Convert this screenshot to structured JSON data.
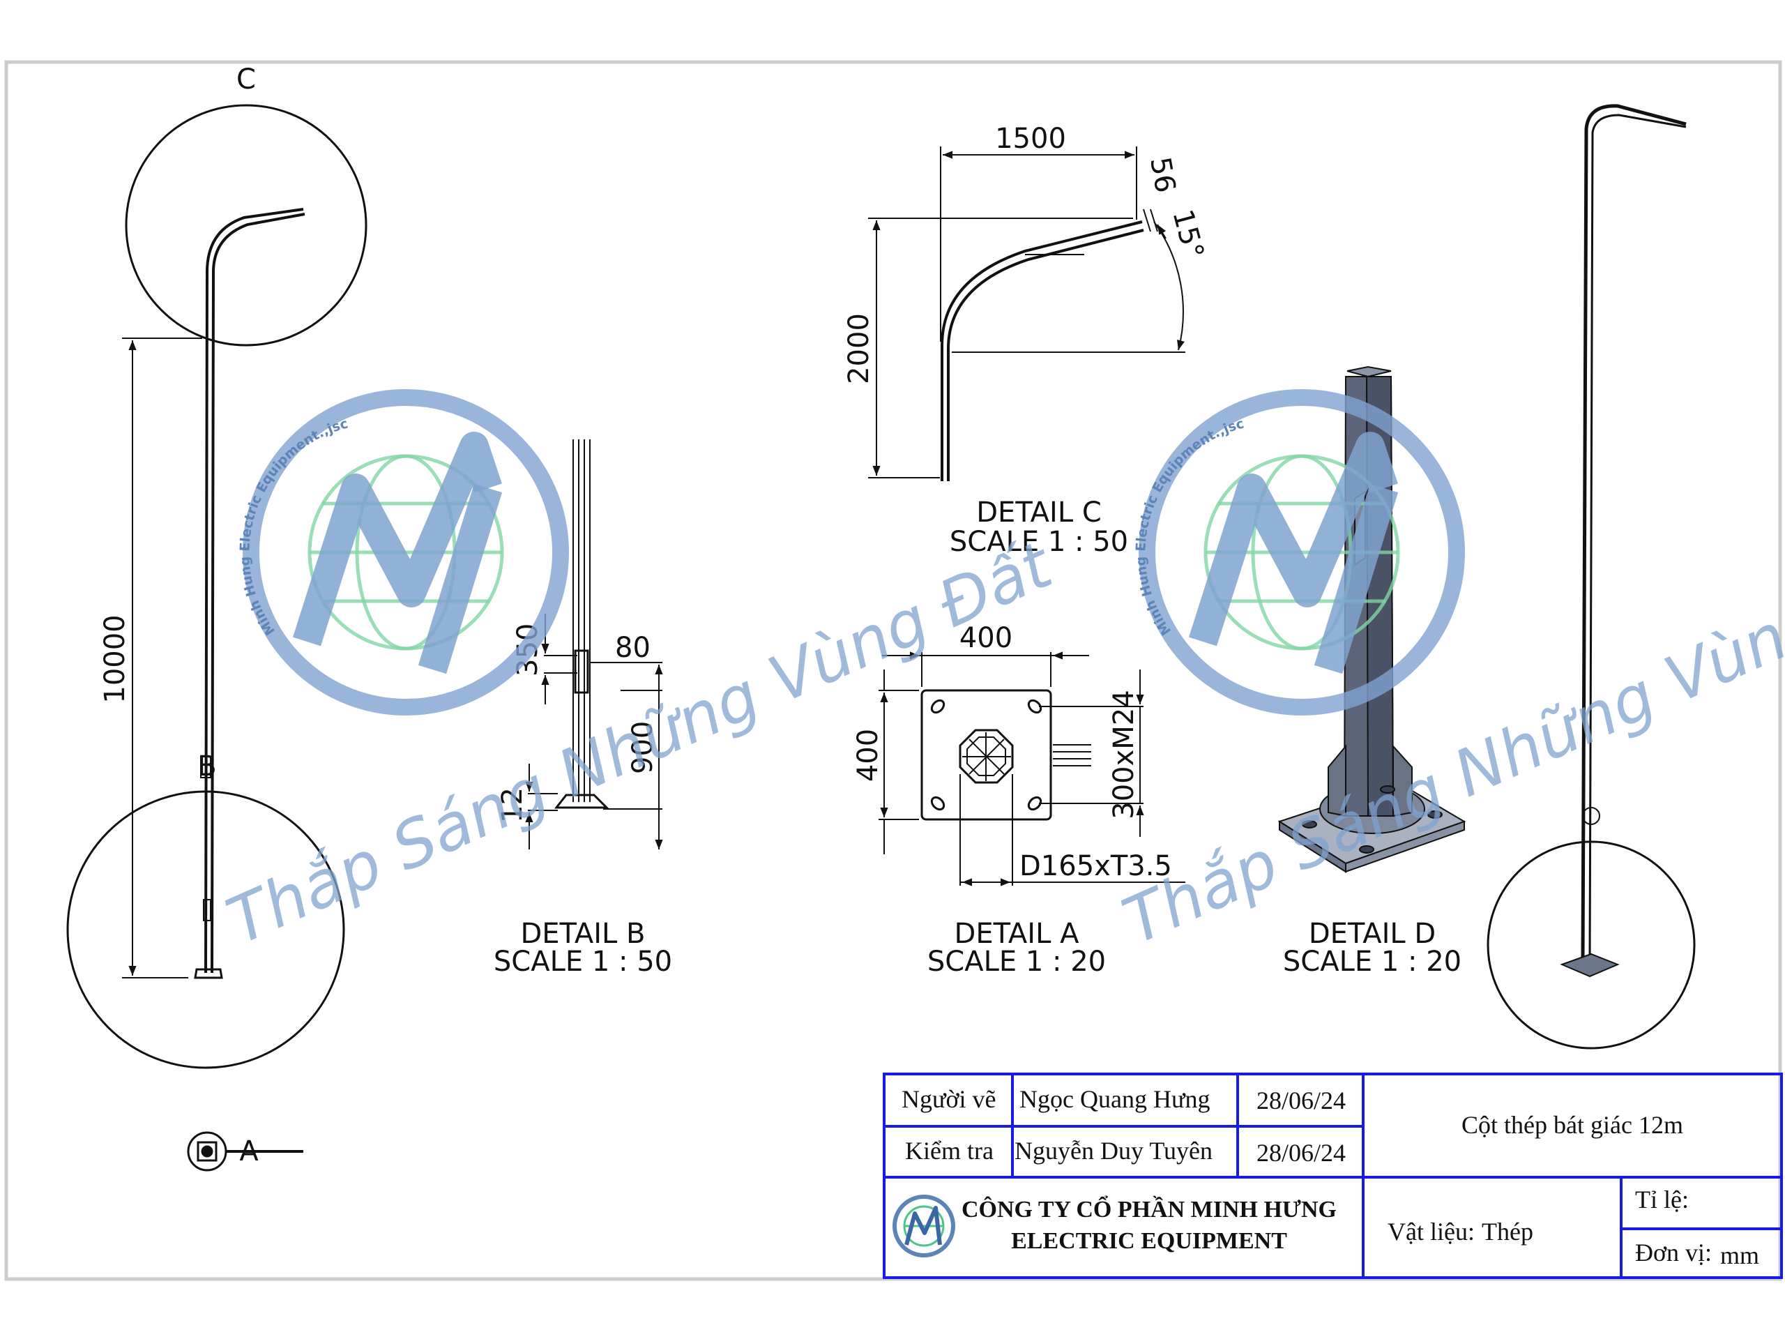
{
  "details": {
    "b": {
      "title": "DETAIL B",
      "scale": "SCALE 1 : 50"
    },
    "c": {
      "title": "DETAIL C",
      "scale": "SCALE 1 : 50"
    },
    "a": {
      "title": "DETAIL A",
      "scale": "SCALE 1 : 20"
    },
    "d": {
      "title": "DETAIL D",
      "scale": "SCALE 1 : 20"
    }
  },
  "labels": {
    "c": "C",
    "b": "B",
    "a": "A"
  },
  "dimensions": {
    "height": "10000",
    "door_offset": "350",
    "door_width": "80",
    "door_height": "900",
    "base_plate_thk": "12",
    "arm_reach": "1500",
    "arm_rise": "2000",
    "arm_tip": "56",
    "arm_angle": "15°",
    "plate_w": "400",
    "plate_h": "400",
    "bolt": "300xM24",
    "tube": "D165xT3.5"
  },
  "watermark": {
    "slogan": "Thắp Sáng Những Vùng Đất",
    "ring": "Minh Hung Electric Equipment.,jsc"
  },
  "title_block": {
    "drawn_by_label": "Người vẽ",
    "drawn_by": "Ngọc Quang Hưng",
    "drawn_date": "28/06/24",
    "checked_by_label": "Kiểm tra",
    "checked_by": "Nguyễn Duy Tuyên",
    "checked_date": "28/06/24",
    "product": "Cột thép bát giác 12m",
    "company_line1": "CÔNG TY CỔ PHẦN MINH HƯNG",
    "company_line2": "ELECTRIC EQUIPMENT",
    "material_label": "Vật liệu:",
    "material": "Thép",
    "scale_label": "Tỉ lệ:",
    "unit_label": "Đơn vị:",
    "unit": "mm"
  },
  "colors": {
    "frame": "#cccccc",
    "title_block": "#1a1ae6",
    "line": "#111111",
    "logo_blue": "#7fa3cf",
    "logo_green": "#7fd6a4"
  }
}
